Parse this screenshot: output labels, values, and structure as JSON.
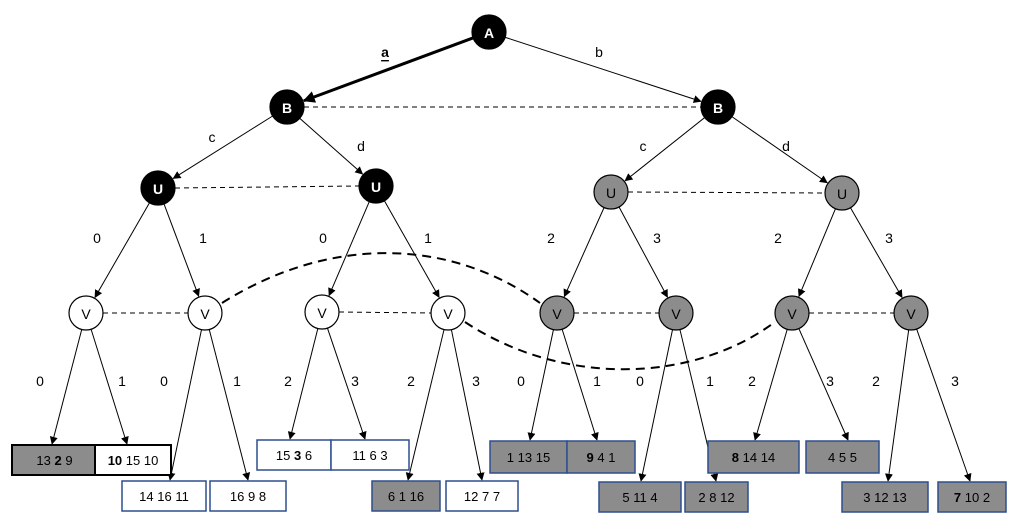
{
  "colors": {
    "black": "#000000",
    "gray": "#8c8c8c",
    "white": "#ffffff",
    "leaf_border": "#2f4f8f"
  },
  "nodes": [
    {
      "id": "A",
      "label": "A",
      "fill": "black"
    },
    {
      "id": "B1",
      "label": "B",
      "fill": "black"
    },
    {
      "id": "B2",
      "label": "B",
      "fill": "black"
    },
    {
      "id": "U1",
      "label": "U",
      "fill": "black"
    },
    {
      "id": "U2",
      "label": "U",
      "fill": "black"
    },
    {
      "id": "U3",
      "label": "U",
      "fill": "gray"
    },
    {
      "id": "U4",
      "label": "U",
      "fill": "gray"
    },
    {
      "id": "V1",
      "label": "V",
      "fill": "white"
    },
    {
      "id": "V2",
      "label": "V",
      "fill": "white"
    },
    {
      "id": "V3",
      "label": "V",
      "fill": "white"
    },
    {
      "id": "V4",
      "label": "V",
      "fill": "white"
    },
    {
      "id": "V5",
      "label": "V",
      "fill": "gray"
    },
    {
      "id": "V6",
      "label": "V",
      "fill": "gray"
    },
    {
      "id": "V7",
      "label": "V",
      "fill": "gray"
    },
    {
      "id": "V8",
      "label": "V",
      "fill": "gray"
    }
  ],
  "edges": [
    {
      "from": "A",
      "to": "B1",
      "label": "a",
      "bold": true,
      "underline": true
    },
    {
      "from": "A",
      "to": "B2",
      "label": "b"
    },
    {
      "from": "B1",
      "to": "U1",
      "label": "c"
    },
    {
      "from": "B1",
      "to": "U2",
      "label": "d"
    },
    {
      "from": "B2",
      "to": "U3",
      "label": "c"
    },
    {
      "from": "B2",
      "to": "U4",
      "label": "d"
    },
    {
      "from": "U1",
      "to": "V1",
      "label": "0"
    },
    {
      "from": "U1",
      "to": "V2",
      "label": "1"
    },
    {
      "from": "U2",
      "to": "V3",
      "label": "0"
    },
    {
      "from": "U2",
      "to": "V4",
      "label": "1"
    },
    {
      "from": "U3",
      "to": "V5",
      "label": "2"
    },
    {
      "from": "U3",
      "to": "V6",
      "label": "3"
    },
    {
      "from": "U4",
      "to": "V7",
      "label": "2"
    },
    {
      "from": "U4",
      "to": "V8",
      "label": "3"
    },
    {
      "from": "V1",
      "to": "L1",
      "label": "0"
    },
    {
      "from": "V1",
      "to": "L2",
      "label": "1"
    },
    {
      "from": "V2",
      "to": "L3",
      "label": "0"
    },
    {
      "from": "V2",
      "to": "L4",
      "label": "1"
    },
    {
      "from": "V3",
      "to": "L5",
      "label": "2"
    },
    {
      "from": "V3",
      "to": "L6",
      "label": "3"
    },
    {
      "from": "V4",
      "to": "L7",
      "label": "2"
    },
    {
      "from": "V4",
      "to": "L8",
      "label": "3"
    },
    {
      "from": "V5",
      "to": "L9",
      "label": "0"
    },
    {
      "from": "V5",
      "to": "L10",
      "label": "1"
    },
    {
      "from": "V6",
      "to": "L11",
      "label": "0"
    },
    {
      "from": "V6",
      "to": "L12",
      "label": "1"
    },
    {
      "from": "V7",
      "to": "L13",
      "label": "2"
    },
    {
      "from": "V7",
      "to": "L14",
      "label": "3"
    },
    {
      "from": "V8",
      "to": "L15",
      "label": "2"
    },
    {
      "from": "V8",
      "to": "L16",
      "label": "3"
    }
  ],
  "info_sets": [
    {
      "nodes": [
        "B1",
        "B2"
      ]
    },
    {
      "nodes": [
        "U1",
        "U2"
      ]
    },
    {
      "nodes": [
        "U3",
        "U4"
      ]
    },
    {
      "nodes": [
        "V1",
        "V2"
      ]
    },
    {
      "nodes": [
        "V3",
        "V4"
      ]
    },
    {
      "nodes": [
        "V5",
        "V6"
      ]
    },
    {
      "nodes": [
        "V7",
        "V8"
      ]
    },
    {
      "nodes": [
        "V2",
        "V5"
      ],
      "curved": true
    },
    {
      "nodes": [
        "V4",
        "V7"
      ],
      "curved": true
    }
  ],
  "leaves": [
    {
      "id": "L1",
      "payoff": [
        "13",
        "2",
        "9"
      ],
      "bold": 1,
      "fill": "gray",
      "thick": true
    },
    {
      "id": "L2",
      "payoff": [
        "10",
        "15",
        "10"
      ],
      "bold": 0,
      "fill": "white",
      "thick": true
    },
    {
      "id": "L3",
      "payoff": [
        "14",
        "16",
        "11"
      ],
      "bold": -1,
      "fill": "white"
    },
    {
      "id": "L4",
      "payoff": [
        "16",
        "9",
        "8"
      ],
      "bold": -1,
      "fill": "white"
    },
    {
      "id": "L5",
      "payoff": [
        "15",
        "3",
        "6"
      ],
      "bold": 1,
      "fill": "white"
    },
    {
      "id": "L6",
      "payoff": [
        "11",
        "6",
        "3"
      ],
      "bold": -1,
      "fill": "white"
    },
    {
      "id": "L7",
      "payoff": [
        "6",
        "1",
        "16"
      ],
      "bold": -1,
      "fill": "gray"
    },
    {
      "id": "L8",
      "payoff": [
        "12",
        "7",
        "7"
      ],
      "bold": -1,
      "fill": "white"
    },
    {
      "id": "L9",
      "payoff": [
        "1",
        "13",
        "15"
      ],
      "bold": -1,
      "fill": "gray"
    },
    {
      "id": "L10",
      "payoff": [
        "9",
        "4",
        "1"
      ],
      "bold": 0,
      "fill": "gray"
    },
    {
      "id": "L11",
      "payoff": [
        "5",
        "11",
        "4"
      ],
      "bold": -1,
      "fill": "gray"
    },
    {
      "id": "L12",
      "payoff": [
        "2",
        "8",
        "12"
      ],
      "bold": -1,
      "fill": "gray"
    },
    {
      "id": "L13",
      "payoff": [
        "8",
        "14",
        "14"
      ],
      "bold": 0,
      "fill": "gray"
    },
    {
      "id": "L14",
      "payoff": [
        "4",
        "5",
        "5"
      ],
      "bold": -1,
      "fill": "gray"
    },
    {
      "id": "L15",
      "payoff": [
        "3",
        "12",
        "13"
      ],
      "bold": -1,
      "fill": "gray"
    },
    {
      "id": "L16",
      "payoff": [
        "7",
        "10",
        "2"
      ],
      "bold": 0,
      "fill": "gray"
    }
  ]
}
